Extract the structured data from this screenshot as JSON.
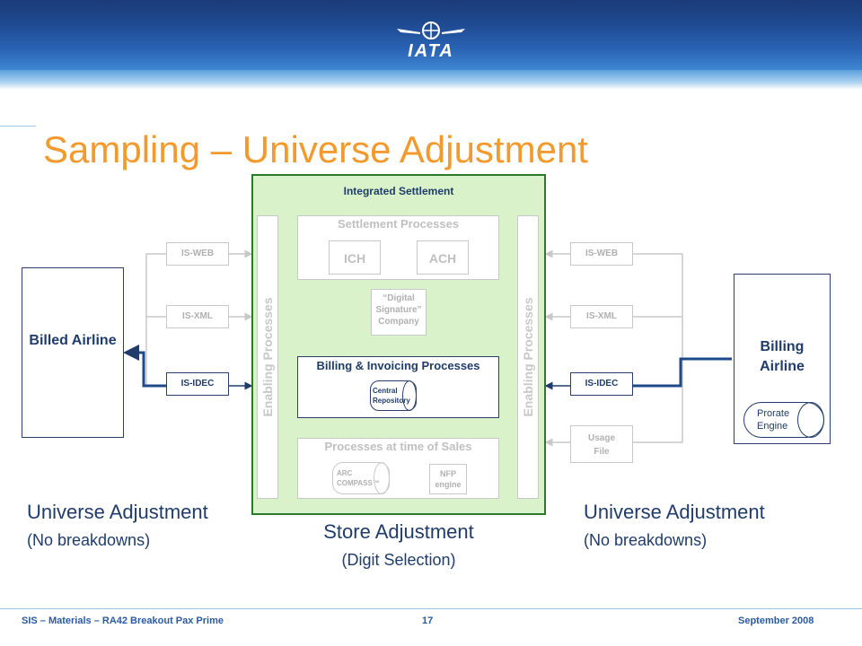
{
  "header": {
    "logo_text": "IATA"
  },
  "title": "Sampling – Universe Adjustment",
  "integrated": {
    "title": "Integrated Settlement",
    "enabling_left": "Enabling Processes",
    "enabling_right": "Enabling Processes",
    "settlement": {
      "title": "Settlement Processes",
      "ich": "ICH",
      "ach": "ACH"
    },
    "digital": "“Digital Signature” Company",
    "billing": {
      "title": "Billing & Invoicing Processes",
      "central": "Central Repository"
    },
    "sales": {
      "title": "Processes at time of Sales",
      "arc": "ARC COMPASS™",
      "nfp": "NFP engine"
    }
  },
  "left_side": {
    "airline": "Billed Airline",
    "is_web": "IS-WEB",
    "is_xml": "IS-XML",
    "is_idec": "IS-IDEC"
  },
  "right_side": {
    "airline": "Billing Airline",
    "prorate": "Prorate Engine",
    "is_web": "IS-WEB",
    "is_xml": "IS-XML",
    "is_idec": "IS-IDEC",
    "usage_file": "Usage File"
  },
  "captions": {
    "left_main": "Universe Adjustment",
    "left_sub": "(No breakdowns)",
    "center_main": "Store Adjustment",
    "center_sub": "(Digit Selection)",
    "right_main": "Universe Adjustment",
    "right_sub": "(No breakdowns)"
  },
  "footer": {
    "left": "SIS – Materials – RA42 Breakout Pax Prime",
    "page": "17",
    "date": "September 2008"
  },
  "colors": {
    "title": "#f29a2e",
    "green_fill": "#d9f2c9",
    "green_border": "#2b7a2b",
    "navy": "#1f3c6b",
    "arrow_dark": "#1f4a8a"
  }
}
